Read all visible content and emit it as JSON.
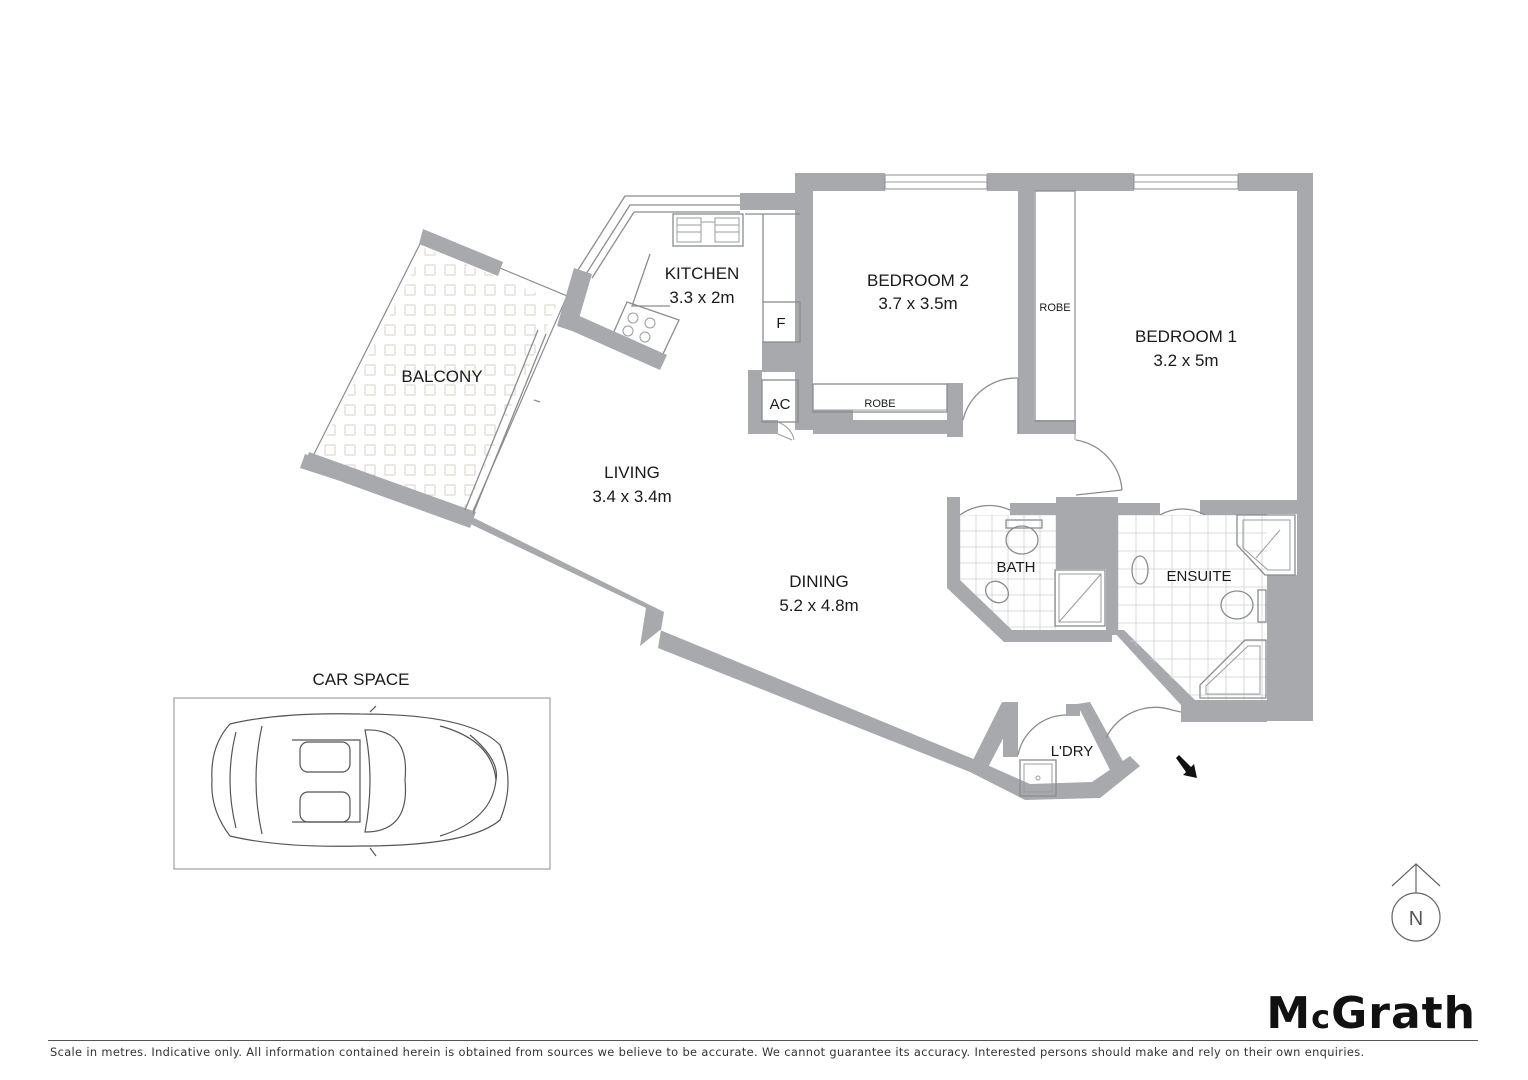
{
  "rooms": {
    "kitchen": {
      "name": "KITCHEN",
      "size": "3.3 x 2m"
    },
    "bedroom2": {
      "name": "BEDROOM 2",
      "size": "3.7 x 3.5m"
    },
    "bedroom1": {
      "name": "BEDROOM 1",
      "size": "3.2 x 5m"
    },
    "balcony": {
      "name": "BALCONY"
    },
    "living": {
      "name": "LIVING",
      "size": "3.4 x 3.4m"
    },
    "dining": {
      "name": "DINING",
      "size": "5.2 x 4.8m"
    },
    "bath": {
      "name": "BATH"
    },
    "ensuite": {
      "name": "ENSUITE"
    },
    "laundry": {
      "name": "L'DRY"
    }
  },
  "fixtures": {
    "fridge": "F",
    "aircon": "AC",
    "robe_bed2": "ROBE",
    "robe_bed1": "ROBE"
  },
  "car_space": {
    "label": "CAR SPACE"
  },
  "compass": {
    "letter": "N"
  },
  "brand": {
    "name_pre": "M",
    "name_c": "c",
    "name_post": "Grath"
  },
  "disclaimer": "Scale in metres. Indicative only. All information contained herein is obtained from sources we believe to be accurate. We cannot guarantee its accuracy. Interested persons should make and rely on their own enquiries.",
  "colors": {
    "wall": "#a7a9ac",
    "balcony_tile": "#d9d2c8",
    "text": "#1a1a1a"
  }
}
